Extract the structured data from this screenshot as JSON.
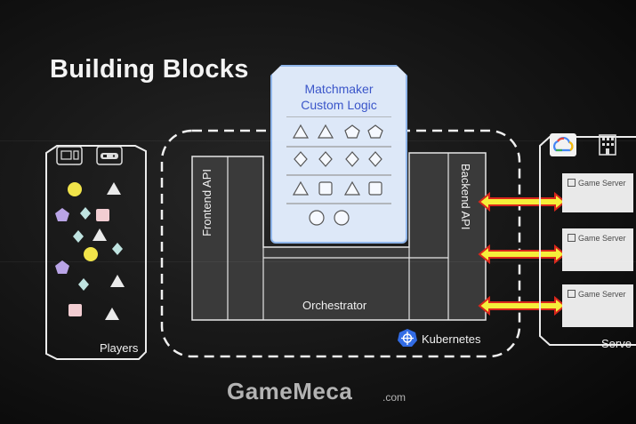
{
  "slide": {
    "title": "Building Blocks"
  },
  "players": {
    "label": "Players",
    "icons": [
      "game-console-icon",
      "gamepad-icon"
    ]
  },
  "open_match": {
    "frontend_label": "Frontend API",
    "backend_label": "Backend API",
    "orchestrator_label": "Orchestrator",
    "matchmaker_title_line1": "Matchmaker",
    "matchmaker_title_line2": "Custom Logic",
    "platform_label": "Kubernetes",
    "platform_icon": "kubernetes-helm-icon"
  },
  "servers": {
    "label": "Serve",
    "icons": [
      "google-cloud-icon",
      "building-icon"
    ],
    "items": [
      "Game Server",
      "Game Server",
      "Game Server"
    ]
  },
  "colors": {
    "accent_blue": "#3b56c9",
    "card_bg": "#dde8f8",
    "arrow_fill": "#f5ef3a",
    "arrow_stroke": "#d9261c",
    "player_yellow": "#f1e44a",
    "player_purple": "#b9a4e6",
    "player_pink": "#f2cdd2",
    "player_teal": "#bfe3e0"
  },
  "watermark": {
    "brand": "GameMeca",
    "suffix": ".com"
  }
}
